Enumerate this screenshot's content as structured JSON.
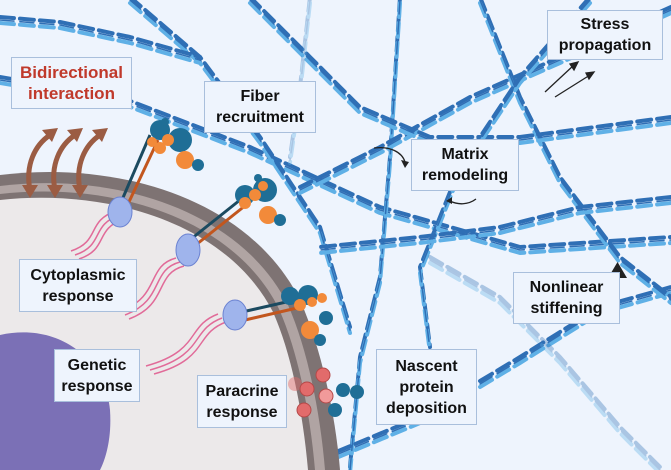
{
  "labels": {
    "bidirectional": [
      "Bidirectional",
      "interaction"
    ],
    "fiber": [
      "Fiber",
      "recruitment"
    ],
    "stress": [
      "Stress",
      "propagation"
    ],
    "matrix": [
      "Matrix",
      "remodeling"
    ],
    "nonlinear": [
      "Nonlinear",
      "stiffening"
    ],
    "nascent": [
      "Nascent",
      "protein",
      "deposition"
    ],
    "cytoplasmic": [
      "Cytoplasmic",
      "response"
    ],
    "genetic": [
      "Genetic",
      "response"
    ],
    "paracrine": [
      "Paracrine",
      "response"
    ]
  },
  "colors": {
    "background": "#eef4fd",
    "fiber_dark": "#2f6fb5",
    "fiber_light": "#5fb0e6",
    "membrane_outer": "#7e7373",
    "membrane_inner": "#b0a4a3",
    "cytoplasm": "#ece9ea",
    "nucleus": "#7b70b6",
    "integrin_blue": "#1f6e96",
    "integrin_orange": "#f28a3a",
    "receptor": "#9fb4ec",
    "signal_pink": "#e0568b",
    "arrow_brown": "#9b5c43",
    "paracrine_red": "#e26b6b",
    "label_red": "#c0392b"
  }
}
